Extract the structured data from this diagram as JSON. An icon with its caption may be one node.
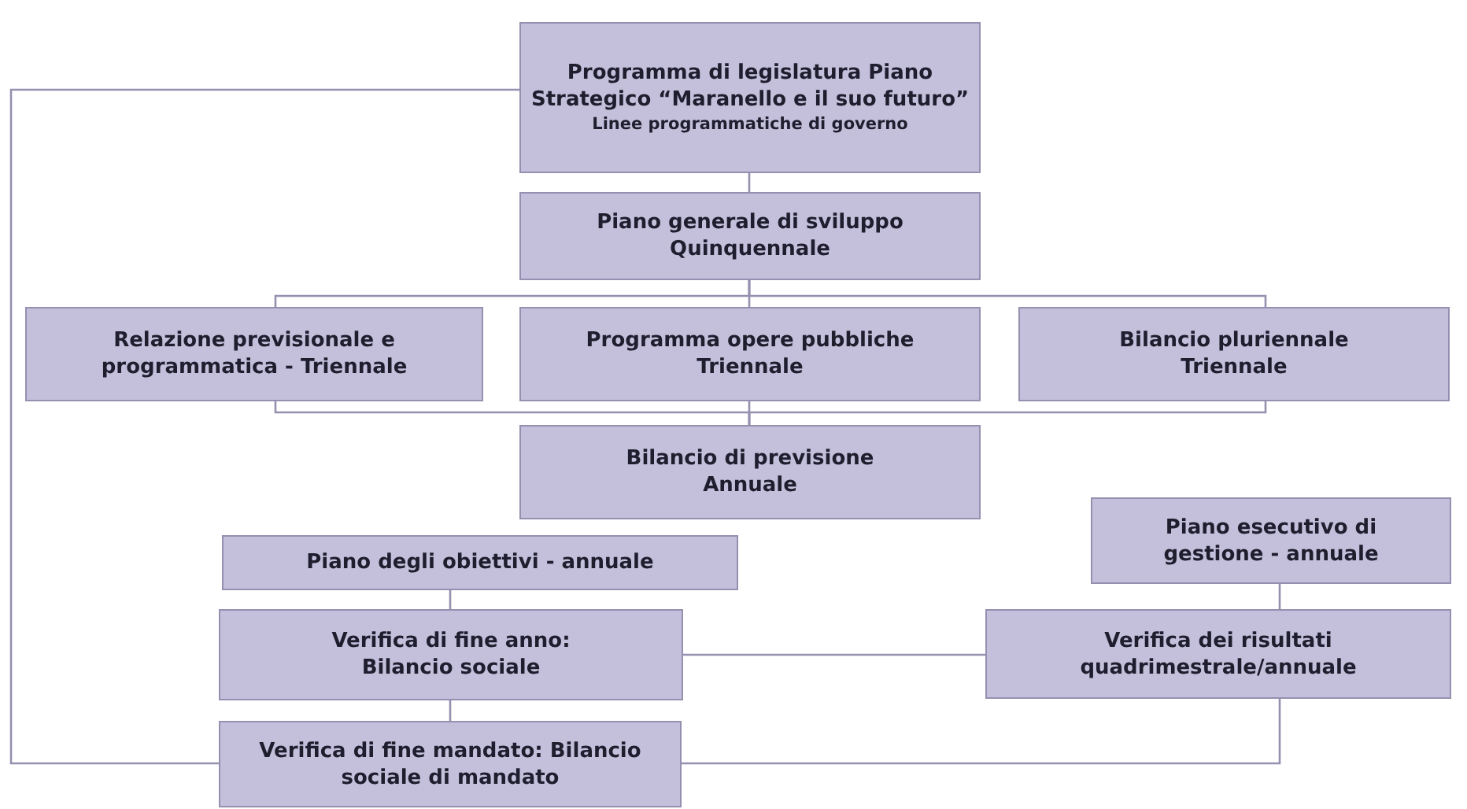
{
  "diagram": {
    "nodes": [
      {
        "text": [
          "Programma di legislatura Piano Strategico “Maranello e il suo futuro”",
          "Linee programmatiche di governo"
        ]
      },
      {
        "text": [
          "Piano generale di sviluppo Quinquennale"
        ]
      },
      {
        "text": [
          "Relazione previsionale e programmatica - Triennale"
        ]
      },
      {
        "text": [
          "Programma opere pubbliche Triennale"
        ]
      },
      {
        "text": [
          "Bilancio pluriennale Triennale"
        ]
      },
      {
        "text": [
          "Bilancio di previsione Annuale"
        ]
      },
      {
        "text": [
          "Piano esecutivo di gestione - annuale"
        ]
      },
      {
        "text": [
          "Piano degli obiettivi - annuale"
        ]
      },
      {
        "text": [
          "Verifica di fine anno: Bilancio sociale"
        ]
      },
      {
        "text": [
          "Verifica dei risultati quadrimestrale/annuale"
        ]
      },
      {
        "text": [
          "Verifica di fine mandato: Bilancio sociale di mandato"
        ]
      }
    ],
    "edges": [
      {
        "from": 0,
        "to": 1,
        "arrow": "none"
      },
      {
        "from": 1,
        "to": 2,
        "arrow": "none"
      },
      {
        "from": 1,
        "to": 3,
        "arrow": "none"
      },
      {
        "from": 1,
        "to": 4,
        "arrow": "none"
      },
      {
        "from": 2,
        "to": 5,
        "arrow": "none"
      },
      {
        "from": 3,
        "to": 5,
        "arrow": "none"
      },
      {
        "from": 4,
        "to": 5,
        "arrow": "none"
      },
      {
        "from": 0,
        "to": 10,
        "arrow": "none"
      },
      {
        "from": 7,
        "to": 8,
        "arrow": "none"
      },
      {
        "from": 8,
        "to": 10,
        "arrow": "none"
      },
      {
        "from": 8,
        "to": 9,
        "arrow": "none"
      },
      {
        "from": 6,
        "to": 9,
        "arrow": "none"
      },
      {
        "from": 9,
        "to": 10,
        "arrow": "none"
      }
    ]
  }
}
